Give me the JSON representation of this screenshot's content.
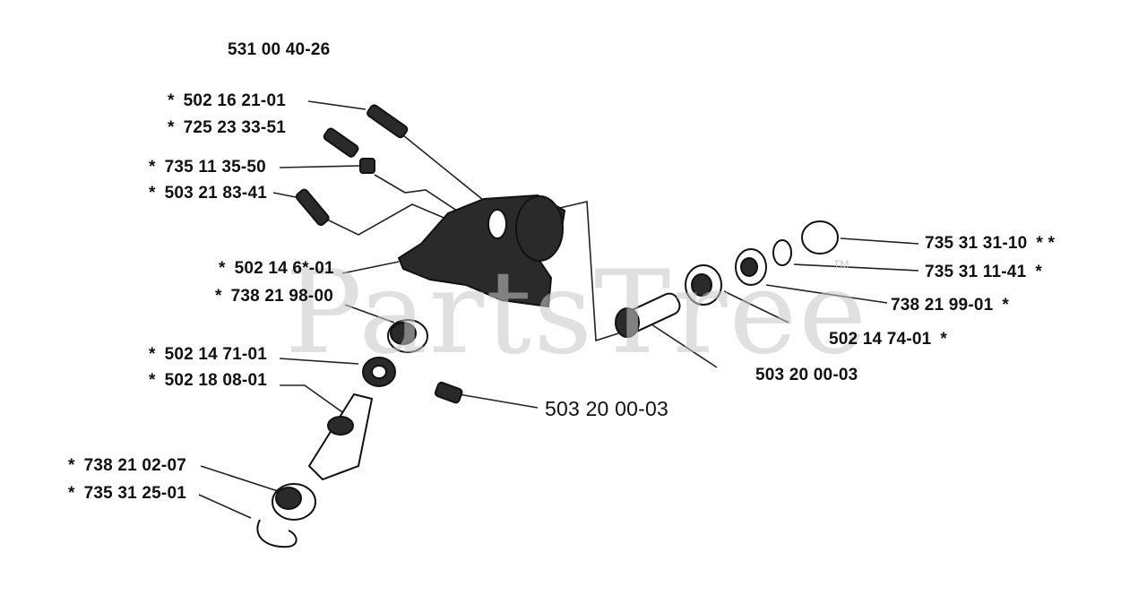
{
  "assembly_number": "531 00 40-26",
  "watermark": "PartsTree",
  "watermark_tm": "TM",
  "labels": {
    "p1": {
      "text": "502 16 21-01",
      "star": "*"
    },
    "p2": {
      "text": "725 23 33-51",
      "star": "*"
    },
    "p3": {
      "text": "735 11 35-50",
      "star": "*"
    },
    "p4": {
      "text": "503 21 83-41",
      "star": "*"
    },
    "p5": {
      "text": "502 14 6*-01",
      "star": "*"
    },
    "p6": {
      "text": "738 21 98-00",
      "star": "*"
    },
    "p7": {
      "text": "502 14 71-01",
      "star": "*"
    },
    "p8": {
      "text": "502 18 08-01",
      "star": "*"
    },
    "p9": {
      "text": "738 21 02-07",
      "star": "*"
    },
    "p10": {
      "text": "735 31 25-01",
      "star": "*"
    },
    "p11": {
      "text": "735 31 31-10",
      "star": "*  *"
    },
    "p12": {
      "text": "735 31 11-41",
      "star": "*"
    },
    "p13": {
      "text": "738 21 99-01",
      "star": "*"
    },
    "p14": {
      "text": "502 14 74-01",
      "star": "*"
    },
    "p15": {
      "text": "503 20 00-03"
    },
    "p16": {
      "text": "503 20 00-03"
    }
  }
}
